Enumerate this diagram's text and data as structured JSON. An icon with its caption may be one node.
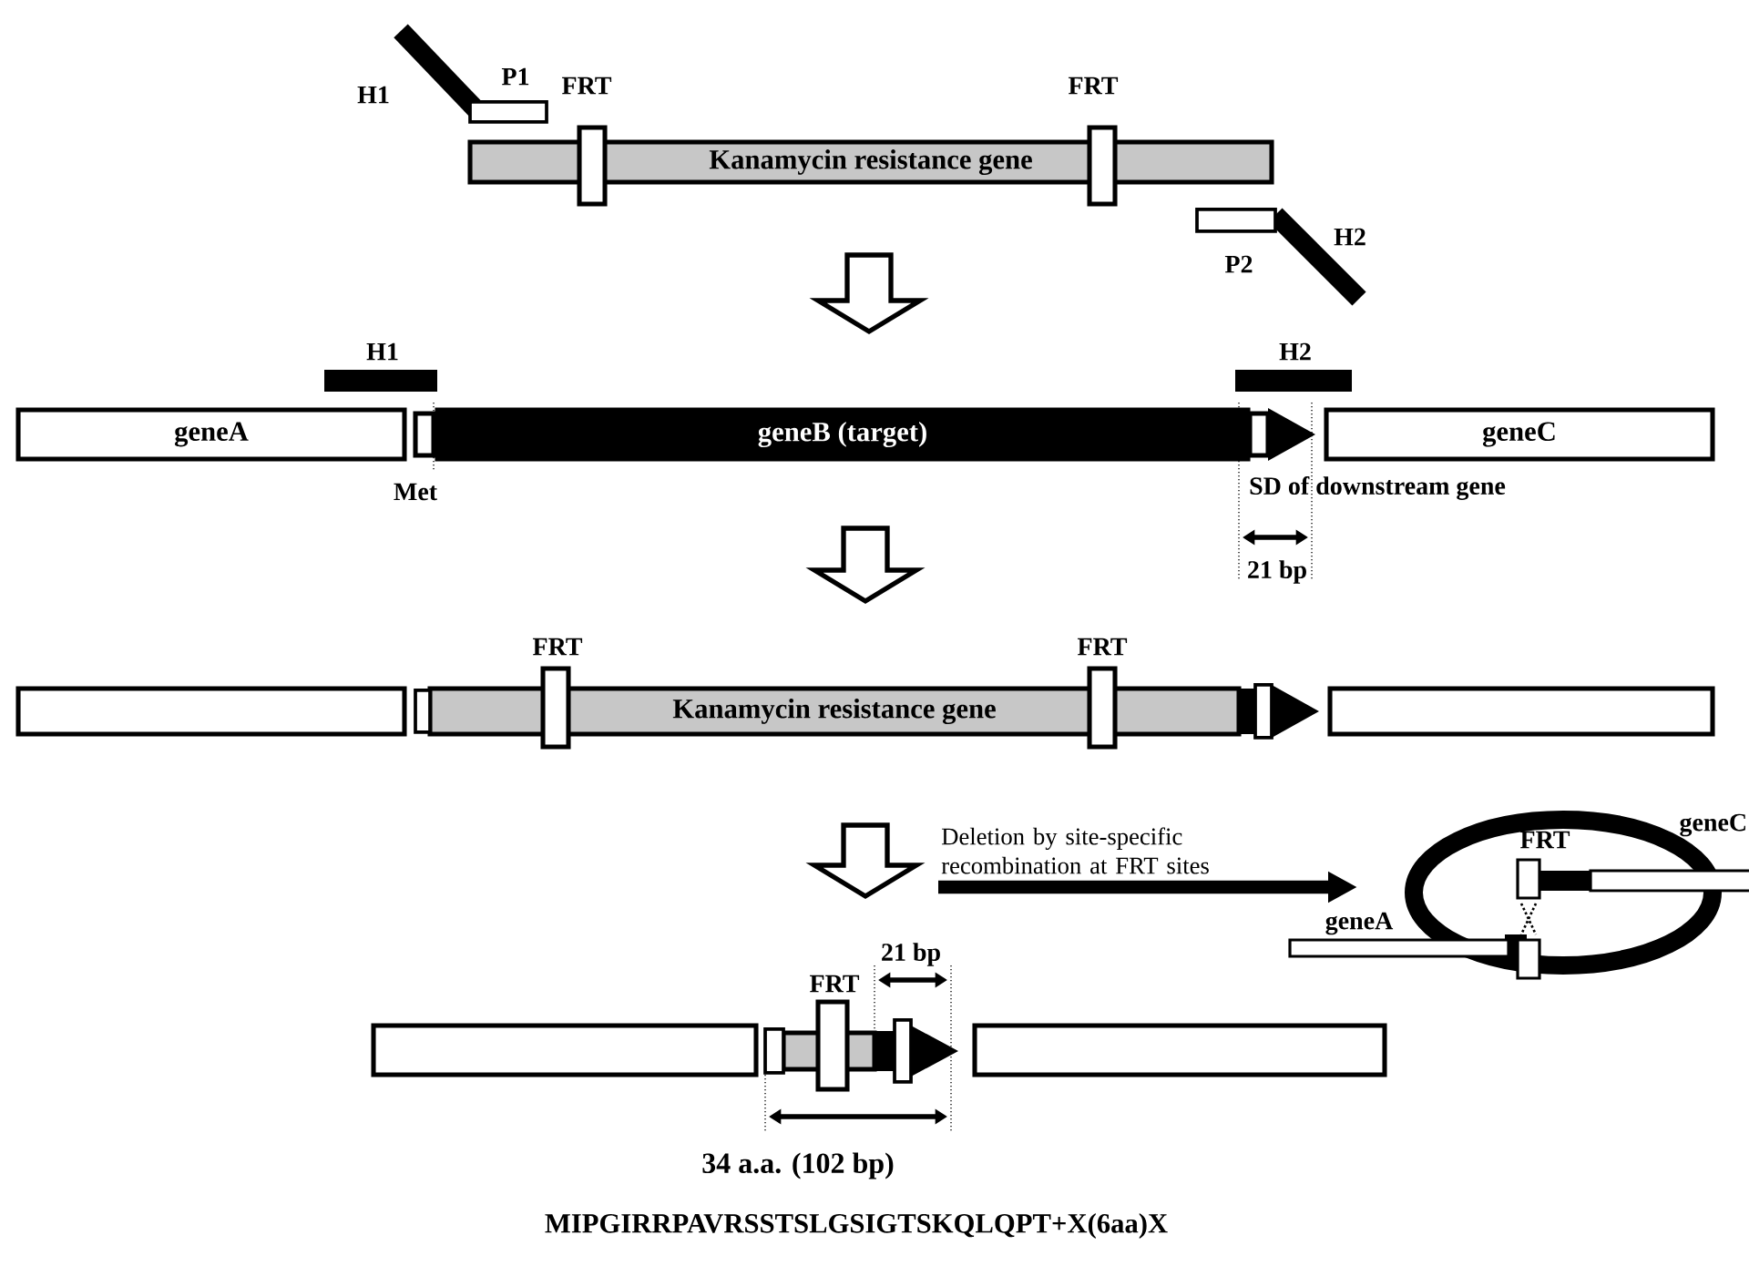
{
  "diagram": {
    "nodes": [
      {
        "text": [
          "Kanamycin resistance gene"
        ]
      },
      {
        "text": [
          "geneA"
        ]
      },
      {
        "text": [
          "geneB (target)"
        ]
      },
      {
        "text": [
          "geneC"
        ]
      },
      {
        "text": [],
        "shape": "box"
      },
      {
        "text": [
          "Kanamycin resistance gene"
        ]
      },
      {
        "text": [],
        "shape": "box"
      },
      {
        "text": [],
        "shape": "picture"
      },
      {
        "text": [],
        "shape": "box"
      },
      {
        "text": [],
        "shape": "bar"
      },
      {
        "text": [],
        "shape": "box"
      }
    ],
    "edges": [
      {
        "from": 0,
        "to": 2,
        "arrow": "to"
      },
      {
        "from": 2,
        "to": 5,
        "arrow": "to"
      },
      {
        "from": 5,
        "to": 9,
        "arrow": "to"
      },
      {
        "from": null,
        "to": 7,
        "arrow": "to",
        "label": "Deletion by site-specific recombination at FRT sites"
      }
    ],
    "labels": [
      "H1",
      "P1",
      "FRT",
      "FRT",
      "H2",
      "P2",
      "H1",
      "H2",
      "Met",
      "SD of downstream gene",
      "21 bp",
      "FRT",
      "FRT",
      "FRT",
      "geneC",
      "geneA",
      "21 bp",
      "FRT",
      "34 a.a. (102 bp)",
      "MIPGIRRPAVRSSTSLGSIGTSKQLQPT+X(6aa)X"
    ]
  }
}
